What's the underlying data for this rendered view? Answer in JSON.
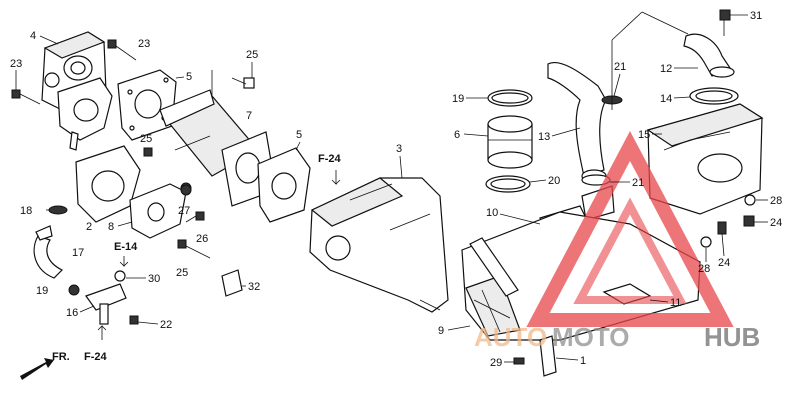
{
  "callouts": [
    {
      "id": "c1",
      "text": "1"
    },
    {
      "id": "c2",
      "text": "2"
    },
    {
      "id": "c3",
      "text": "3"
    },
    {
      "id": "c4",
      "text": "4"
    },
    {
      "id": "c5a",
      "text": "5"
    },
    {
      "id": "c5b",
      "text": "5"
    },
    {
      "id": "c6",
      "text": "6"
    },
    {
      "id": "c7",
      "text": "7"
    },
    {
      "id": "c8",
      "text": "8"
    },
    {
      "id": "c9",
      "text": "9"
    },
    {
      "id": "c10",
      "text": "10"
    },
    {
      "id": "c11",
      "text": "11"
    },
    {
      "id": "c12",
      "text": "12"
    },
    {
      "id": "c13",
      "text": "13"
    },
    {
      "id": "c14",
      "text": "14"
    },
    {
      "id": "c15",
      "text": "15"
    },
    {
      "id": "c16",
      "text": "16"
    },
    {
      "id": "c17",
      "text": "17"
    },
    {
      "id": "c18",
      "text": "18"
    },
    {
      "id": "c19a",
      "text": "19"
    },
    {
      "id": "c19b",
      "text": "19"
    },
    {
      "id": "c20",
      "text": "20"
    },
    {
      "id": "c21a",
      "text": "21"
    },
    {
      "id": "c21b",
      "text": "21"
    },
    {
      "id": "c22",
      "text": "22"
    },
    {
      "id": "c23a",
      "text": "23"
    },
    {
      "id": "c23b",
      "text": "23"
    },
    {
      "id": "c24a",
      "text": "24"
    },
    {
      "id": "c24b",
      "text": "24"
    },
    {
      "id": "c25a",
      "text": "25"
    },
    {
      "id": "c25b",
      "text": "25"
    },
    {
      "id": "c25c",
      "text": "25"
    },
    {
      "id": "c26",
      "text": "26"
    },
    {
      "id": "c27",
      "text": "27"
    },
    {
      "id": "c28a",
      "text": "28"
    },
    {
      "id": "c28b",
      "text": "28"
    },
    {
      "id": "c29",
      "text": "29"
    },
    {
      "id": "c30",
      "text": "30"
    },
    {
      "id": "c31",
      "text": "31"
    },
    {
      "id": "c32",
      "text": "32"
    }
  ],
  "references": {
    "f24_top": "F-24",
    "f24_bottom": "F-24",
    "e14": "E-14",
    "fr": "FR."
  },
  "watermark": {
    "auto": "AUTO",
    "moto": "MOTO",
    "hub": "HUB",
    "triangle_color": "#e8474b"
  }
}
